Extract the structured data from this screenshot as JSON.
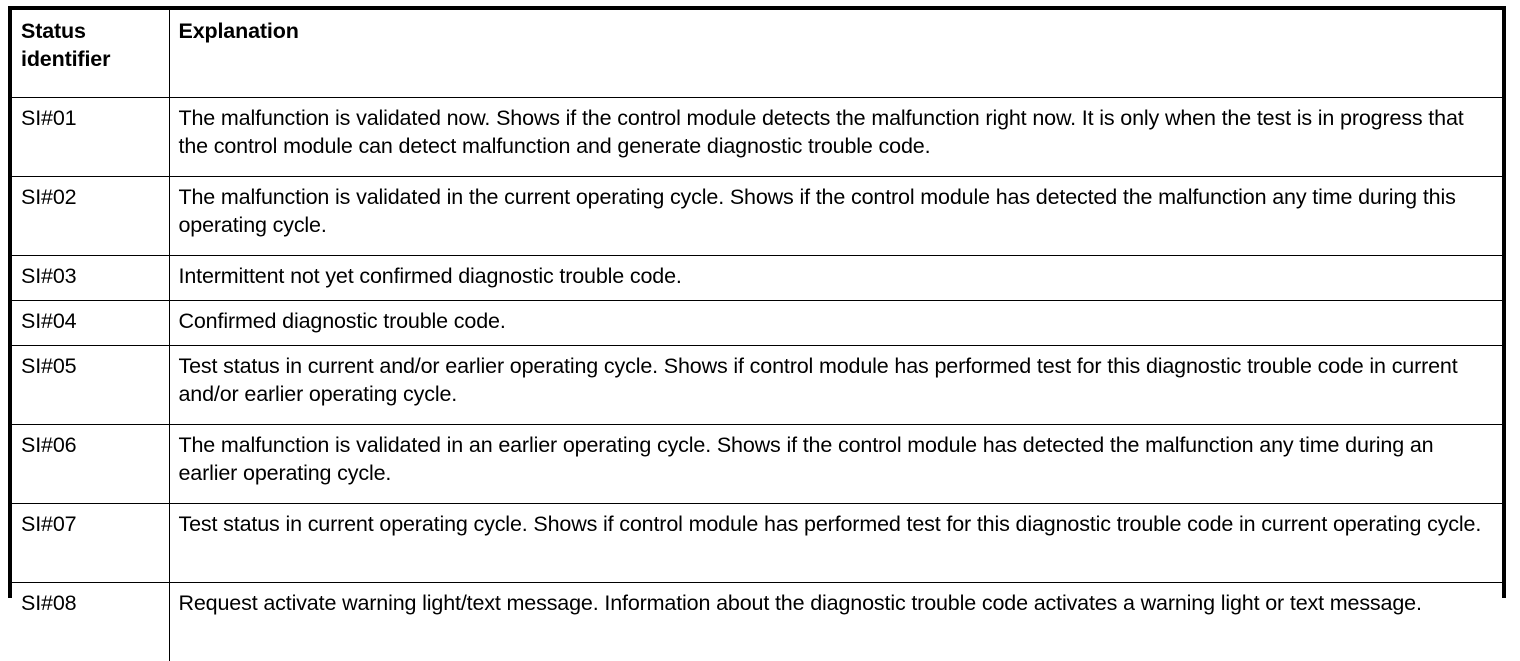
{
  "table": {
    "name": "status-identifier-explanation-table",
    "columns": [
      {
        "key": "status_identifier",
        "label_line1": "Status",
        "label_line2": "identifier"
      },
      {
        "key": "explanation",
        "label_line1": "Explanation",
        "label_line2": ""
      }
    ],
    "rows": [
      {
        "id": "SI#01",
        "explanation": "The malfunction is validated now. Shows if the control module detects the malfunction right now. It is only when the test is in progress that the control module can detect malfunction and generate diagnostic trouble code.",
        "lines": 2
      },
      {
        "id": "SI#02",
        "explanation": "The malfunction is validated in the current operating cycle. Shows if the control module has detected the malfunction any time during this operating cycle.",
        "lines": 2
      },
      {
        "id": "SI#03",
        "explanation": "Intermittent not yet confirmed diagnostic trouble code.",
        "lines": 1
      },
      {
        "id": "SI#04",
        "explanation": "Confirmed diagnostic trouble code.",
        "lines": 1
      },
      {
        "id": "SI#05",
        "explanation": "Test status in current and/or earlier operating cycle. Shows if control module has performed test for this diagnostic trouble code in current and/or earlier operating cycle.",
        "lines": 2
      },
      {
        "id": "SI#06",
        "explanation": "The malfunction is validated in an earlier operating cycle. Shows if the control module has detected the malfunction any time during an earlier operating cycle.",
        "lines": 2
      },
      {
        "id": "SI#07",
        "explanation": "Test status in current operating cycle. Shows if control module has performed test for this diagnostic trouble code in current operating cycle.",
        "lines": 2
      },
      {
        "id": "SI#08",
        "explanation": "Request activate warning light/text message. Information about the diagnostic trouble code activates a warning light or text message.",
        "lines": 2
      }
    ]
  },
  "colors": {
    "border": "#000000",
    "text": "#000000",
    "background": "#ffffff"
  }
}
